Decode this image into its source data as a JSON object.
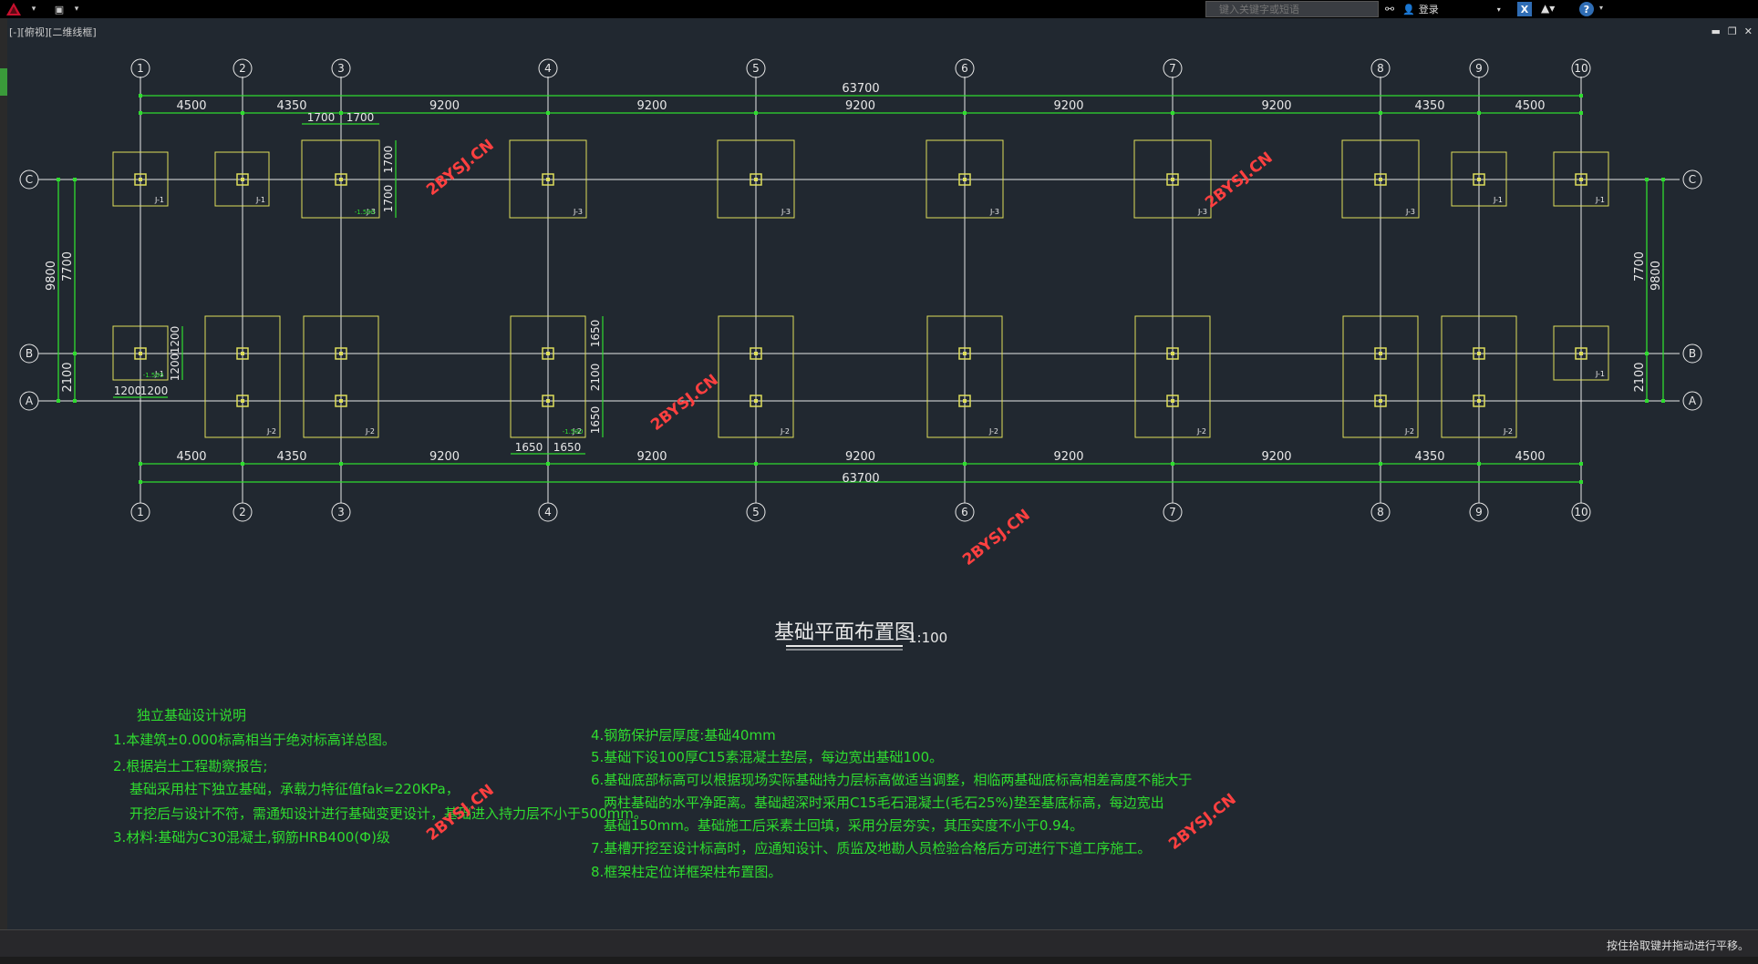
{
  "app": {
    "logo_icon": "autocad-logo-icon",
    "accent": "#c8102e"
  },
  "search": {
    "placeholder": "键入关键字或短语"
  },
  "user": {
    "login_label": "登录"
  },
  "viewport": {
    "label": "[-][俯视][二维线框]"
  },
  "status": {
    "hint": "按住拾取键并拖动进行平移。"
  },
  "colors": {
    "background": "#212830",
    "grid_line": "#e8e8e8",
    "dimension": "#2fdc2f",
    "footing": "#dede5a",
    "watermark": "#ff4040",
    "notes": "#2fdc2f"
  },
  "drawing": {
    "title": "基础平面布置图",
    "scale": "1:100",
    "watermark": "2BYSJ.CN",
    "axes_x": [
      "1",
      "2",
      "3",
      "4",
      "5",
      "6",
      "7",
      "8",
      "9",
      "10"
    ],
    "axes_y": [
      "C",
      "B",
      "A"
    ],
    "total_dim": "63700",
    "spans_top": [
      "4500",
      "4350",
      "9200",
      "9200",
      "9200",
      "9200",
      "9200",
      "4350",
      "4500"
    ],
    "spans_bottom": [
      "4500",
      "4350",
      "9200",
      "9200",
      "9200",
      "9200",
      "9200",
      "4350",
      "4500"
    ],
    "left_dims": {
      "overall": "9800",
      "cb": "7700",
      "ba": "2100"
    },
    "right_dims": {
      "overall": "9800",
      "cb": "7700",
      "ba": "2100"
    },
    "j3_dims": {
      "w1": "1700",
      "w2": "1700",
      "h1": "1700",
      "h2": "1700"
    },
    "j1_dims": {
      "w1": "1200",
      "w2": "1200",
      "h1": "1200",
      "h2": "1200"
    },
    "j2_dims": {
      "w1": "1650",
      "w2": "1650",
      "h1": "1650",
      "h_mid": "2100",
      "h2": "1650"
    },
    "footing_tags": {
      "j1": "J-1",
      "j2": "J-2",
      "j3": "J-3"
    },
    "elevation_tag": "-1.500"
  },
  "notes": {
    "heading": "独立基础设计说明",
    "left": [
      "1.本建筑±0.000标高相当于绝对标高详总图。",
      "2.根据岩土工程勘察报告;",
      "基础采用柱下独立基础，承载力特征值fak=220KPa，",
      "开挖后与设计不符，需通知设计进行基础变更设计，基础进入持力层不小于500mm。",
      "3.材料:基础为C30混凝土,钢筋HRB400(Ф)级"
    ],
    "right": [
      "4.钢筋保护层厚度:基础40mm",
      "5.基础下设100厚C15素混凝土垫层，每边宽出基础100。",
      "6.基础底部标高可以根据现场实际基础持力层标高做适当调整，相临两基础底标高相差高度不能大于",
      "两柱基础的水平净距离。基础超深时采用C15毛石混凝土(毛石25%)垫至基底标高，每边宽出",
      "基础150mm。基础施工后采素土回填，采用分层夯实，其压实度不小于0.94。",
      "7.基槽开挖至设计标高时，应通知设计、质监及地勘人员检验合格后方可进行下道工序施工。",
      "8.框架柱定位详框架柱布置图。"
    ]
  }
}
